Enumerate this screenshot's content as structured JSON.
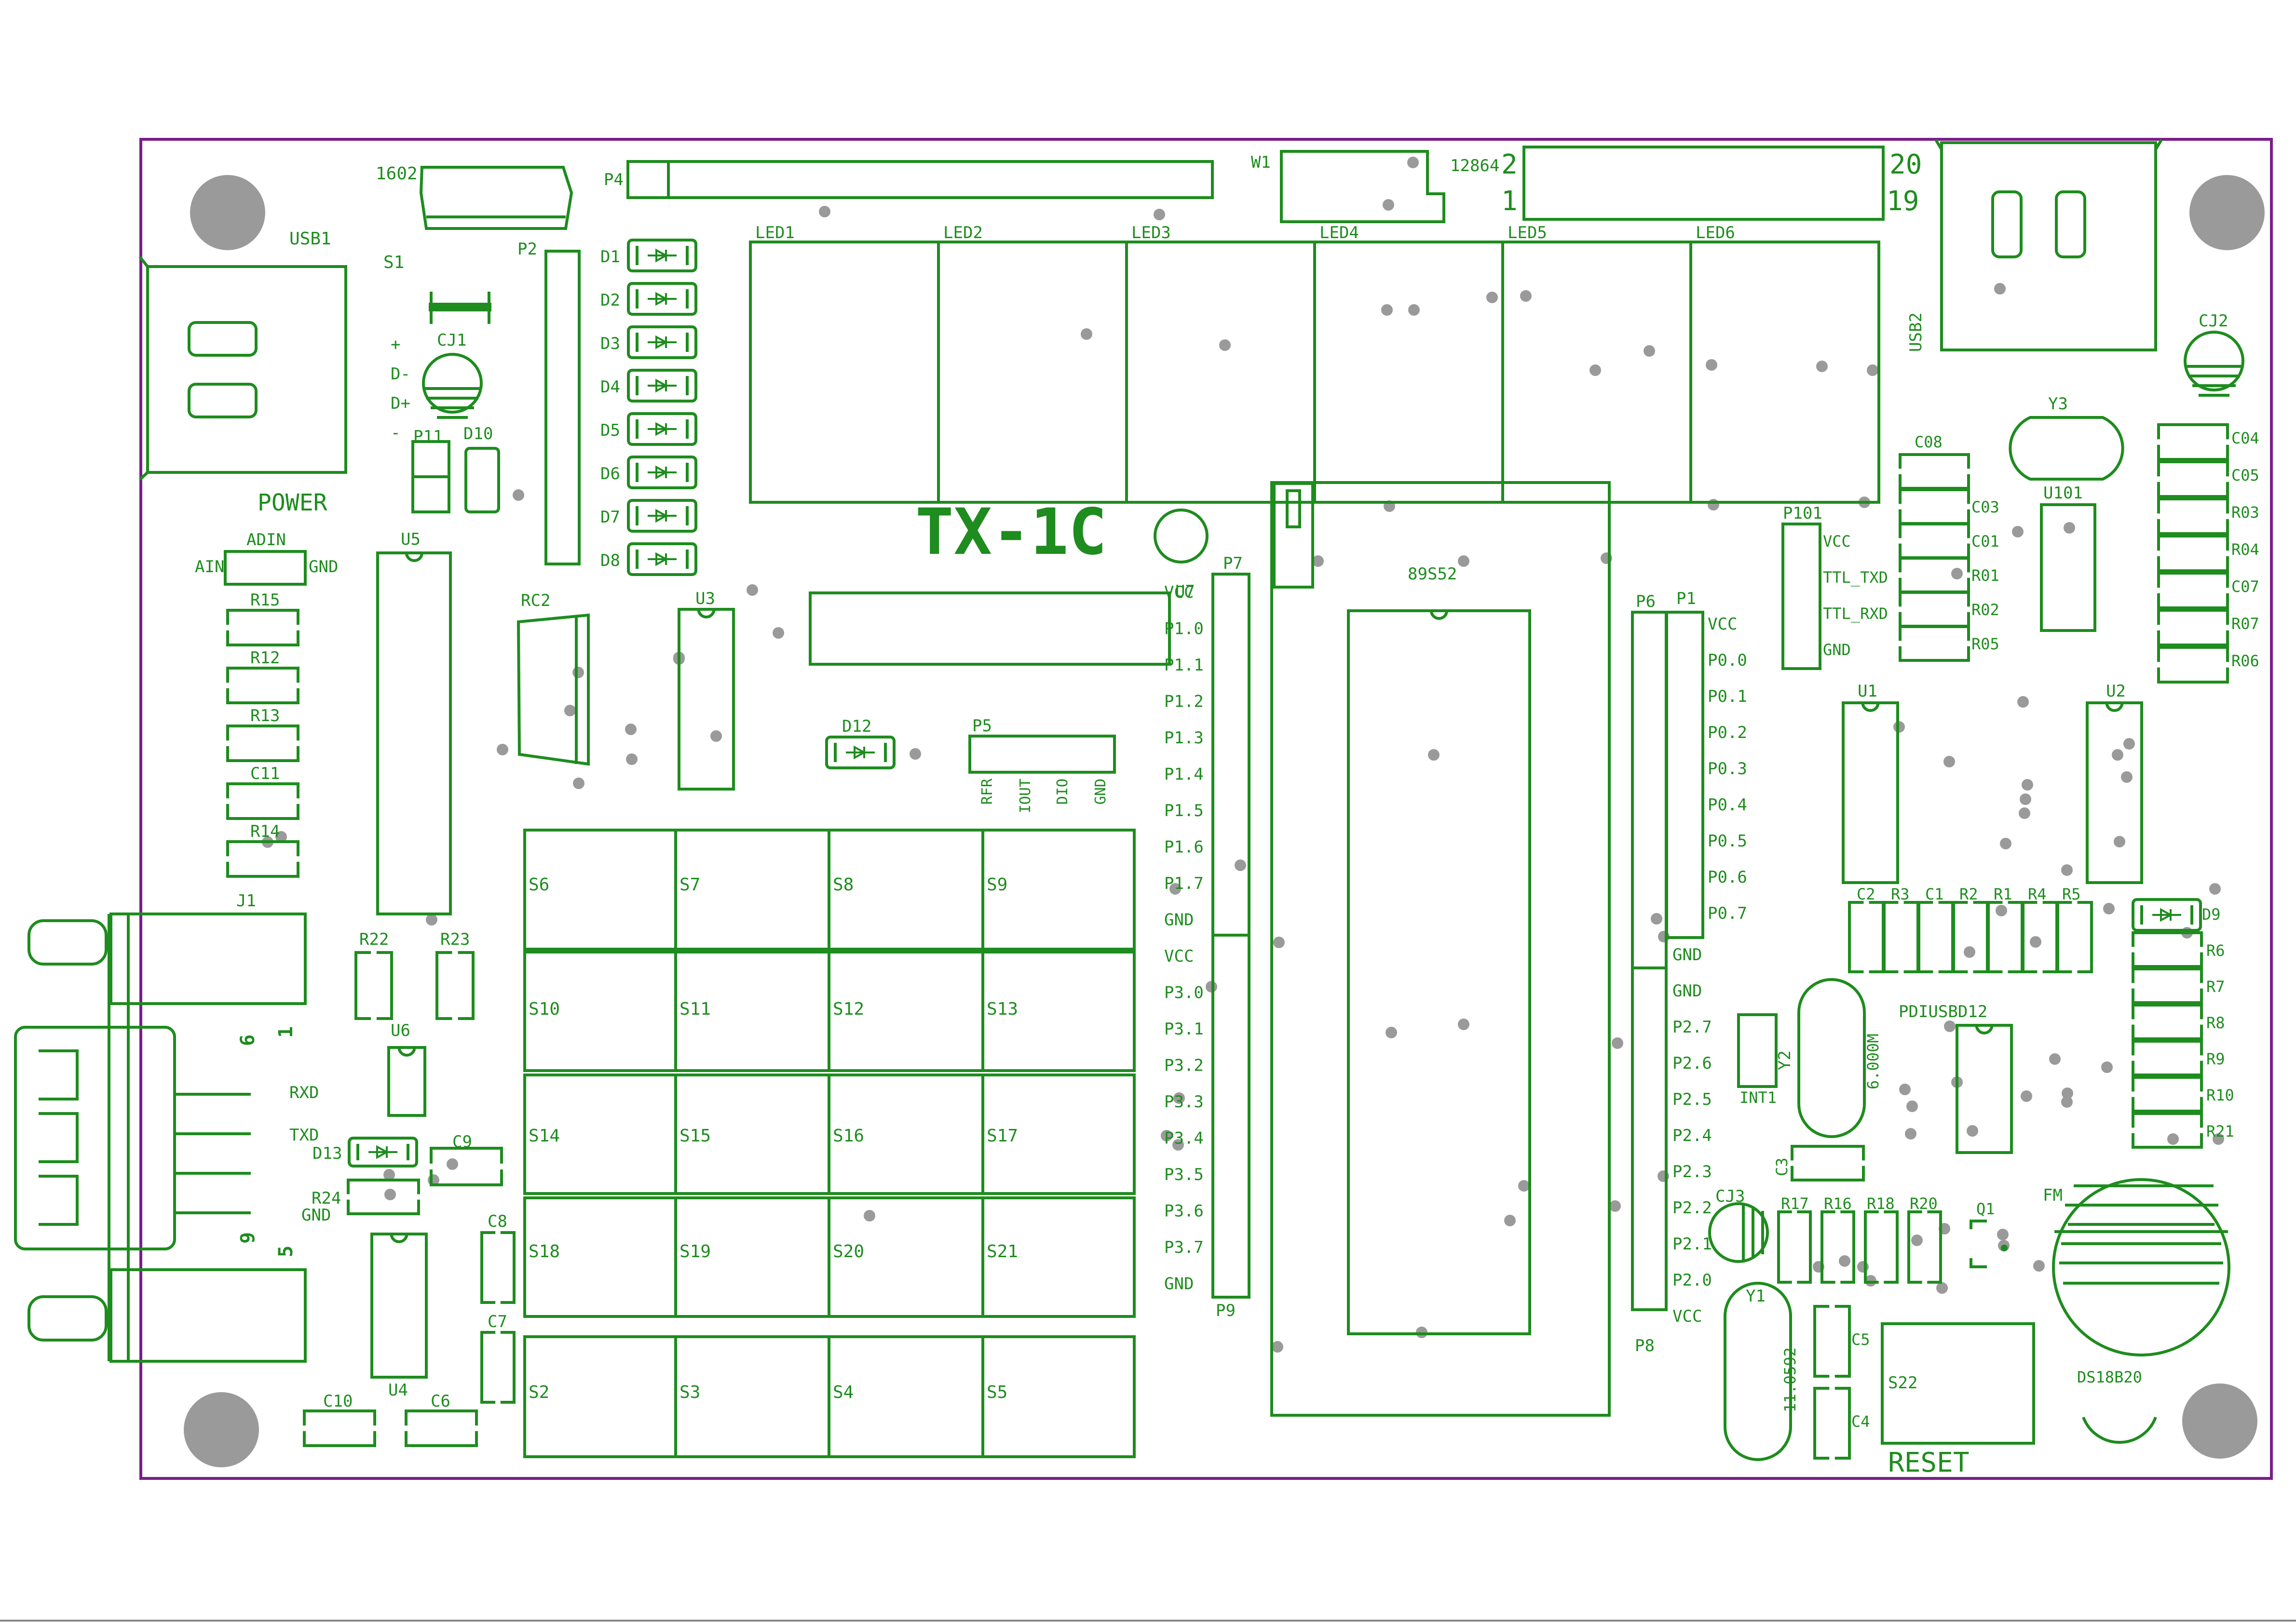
{
  "colors": {
    "copper": "#1e8c1e",
    "outline": "#7a1e8a",
    "hole": "#9a9a9a",
    "bg": "#ffffff"
  },
  "board": {
    "title": "TX-1C",
    "reset_label": "RESET",
    "power_label": "POWER",
    "mcu_label": "89S52",
    "lcd1602": "1602",
    "lcd12864": "12864",
    "lcd_pin_a": "2",
    "lcd_pin_b": "20",
    "lcd_pin_c": "1",
    "lcd_pin_d": "19",
    "usb1": "USB1",
    "usb2": "USB2",
    "s1": "S1",
    "usb_pins": [
      "+",
      "D-",
      "D+",
      "-"
    ],
    "cj1": "CJ1",
    "cj2": "CJ2",
    "cj3": "CJ3",
    "p11": "P11",
    "d10": "D10",
    "adin": "ADIN",
    "ain": "AIN",
    "gnd": "GND",
    "r_left": [
      "R15",
      "R12",
      "R13",
      "C11",
      "R14"
    ],
    "u5": "U5",
    "j1": "J1",
    "r22": "R22",
    "r23": "R23",
    "u6": "U6",
    "db9": {
      "rxd": "RXD",
      "txd": "TXD",
      "gnd": "GND",
      "n6": "6",
      "n1": "1",
      "n9": "9",
      "n5": "5"
    },
    "d13": "D13",
    "c9": "C9",
    "r24": "R24",
    "c8": "C8",
    "c7": "C7",
    "u4": "U4",
    "c10": "C10",
    "c6": "C6",
    "p2": "P2",
    "p4": "P4",
    "w1": "W1",
    "rc2": "RC2",
    "u3": "U3",
    "u7": "U7",
    "diodes": [
      "D1",
      "D2",
      "D3",
      "D4",
      "D5",
      "D6",
      "D7",
      "D8"
    ],
    "leds": [
      "LED1",
      "LED2",
      "LED3",
      "LED4",
      "LED5",
      "LED6"
    ],
    "d12": "D12",
    "p5": "P5",
    "p5_pins": [
      "RFR",
      "IOUT",
      "DIO",
      "GND"
    ],
    "keys": [
      [
        "S6",
        "S7",
        "S8",
        "S9"
      ],
      [
        "S10",
        "S11",
        "S12",
        "S13"
      ],
      [
        "S14",
        "S15",
        "S16",
        "S17"
      ],
      [
        "S18",
        "S19",
        "S20",
        "S21"
      ],
      [
        "S2",
        "S3",
        "S4",
        "S5"
      ]
    ],
    "p7": "P7",
    "p9": "P9",
    "p7_pins": [
      "VCC",
      "P1.0",
      "P1.1",
      "P1.2",
      "P1.3",
      "P1.4",
      "P1.5",
      "P1.6",
      "P1.7",
      "GND",
      "VCC",
      "P3.0",
      "P3.1",
      "P3.2",
      "P3.3",
      "P3.4",
      "P3.5",
      "P3.6",
      "P3.7",
      "GND"
    ],
    "p6": "P6",
    "p1": "P1",
    "p8": "P8",
    "p1_pins": [
      "VCC",
      "P0.0",
      "P0.1",
      "P0.2",
      "P0.3",
      "P0.4",
      "P0.5",
      "P0.6",
      "P0.7"
    ],
    "p8_pins": [
      "GND",
      "GND",
      "P2.7",
      "P2.6",
      "P2.5",
      "P2.4",
      "P2.3",
      "P2.2",
      "P2.1",
      "P2.0",
      "VCC"
    ],
    "p101": "P101",
    "p101_pins": [
      "VCC",
      "TTL_TXD",
      "TTL_RXD",
      "GND"
    ],
    "c08": "C08",
    "left_cap_labels": [
      "C03",
      "C01",
      "R01",
      "R02",
      "R05"
    ],
    "y3": "Y3",
    "u101": "U101",
    "right_cap_labels": [
      "C04",
      "C05",
      "R03",
      "R04",
      "C07",
      "R07",
      "R06"
    ],
    "u1": "U1",
    "u2": "U2",
    "row_labels": [
      "C2",
      "R3",
      "C1",
      "R2",
      "R1",
      "R4",
      "R5"
    ],
    "d9": "D9",
    "r_right": [
      "R6",
      "R7",
      "R8",
      "R9",
      "R10",
      "R21"
    ],
    "int1": "INT1",
    "y2": "Y2",
    "y2_freq": "6.000M",
    "pdiusbd12": "PDIUSBD12",
    "c3": "C3",
    "r_bottom": [
      "R17",
      "R16",
      "R18",
      "R20"
    ],
    "q1": "Q1",
    "fm": "FM",
    "y1": "Y1",
    "y1_freq": "11.0592",
    "c5": "C5",
    "c4": "C4",
    "s22": "S22",
    "ds18b20": "DS18B20"
  }
}
